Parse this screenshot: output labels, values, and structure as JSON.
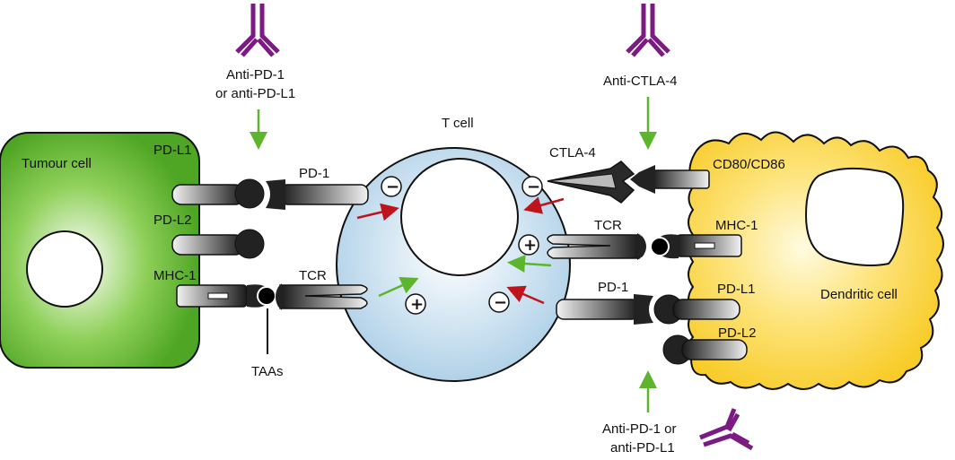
{
  "diagram": {
    "cells": {
      "tumour": "Tumour cell",
      "tcell": "T cell",
      "dendritic": "Dendritic cell"
    },
    "tumour_molecules": {
      "pdl1": "PD-L1",
      "pdl2": "PD-L2",
      "mhc1": "MHC-1",
      "taas": "TAAs"
    },
    "tcell_receptors_left": {
      "pd1": "PD-1",
      "tcr": "TCR"
    },
    "tcell_receptors_right": {
      "ctla4": "CTLA-4",
      "tcr": "TCR",
      "pd1": "PD-1"
    },
    "dendritic_molecules": {
      "cd80": "CD80/CD86",
      "mhc1": "MHC-1",
      "pdl1": "PD-L1",
      "pdl2": "PD-L2"
    },
    "drugs": {
      "top_left_line1": "Anti-PD-1",
      "top_left_line2": "or anti-PD-L1",
      "top_right": "Anti-CTLA-4",
      "bottom_line1": "Anti-PD-1 or",
      "bottom_line2": "anti-PD-L1"
    },
    "signals": {
      "minus": "−",
      "plus": "+"
    },
    "colors": {
      "tumour": "#5cb52d",
      "tcell": "#bcd8ec",
      "dendritic": "#fcd84a",
      "antibody": "#7b1a82",
      "inhibit_arrow": "#c0141c",
      "activate_arrow": "#5cb52d"
    }
  }
}
